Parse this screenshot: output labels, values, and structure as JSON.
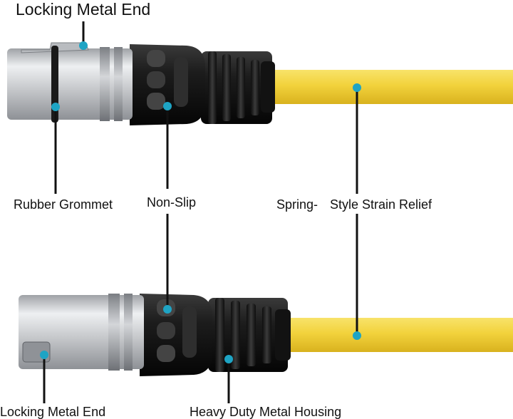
{
  "labels": {
    "locking_metal_end_top": "Locking Metal End",
    "rubber_grommet": "Rubber Grommet",
    "non_slip": "Non-Slip",
    "spring_prefix": "Spring-",
    "style_strain_relief": "Style Strain Relief",
    "locking_metal_end_bottom": "Locking Metal End",
    "heavy_duty_metal_housing": "Heavy Duty Metal Housing"
  },
  "colors": {
    "cable_yellow": "#F2D23C",
    "cable_shade": "#D9B21E",
    "metal_silver": "#C9CBCE",
    "rubber_black": "#161616",
    "callout_dot": "#1EA4C4",
    "leader_line": "#111111"
  }
}
